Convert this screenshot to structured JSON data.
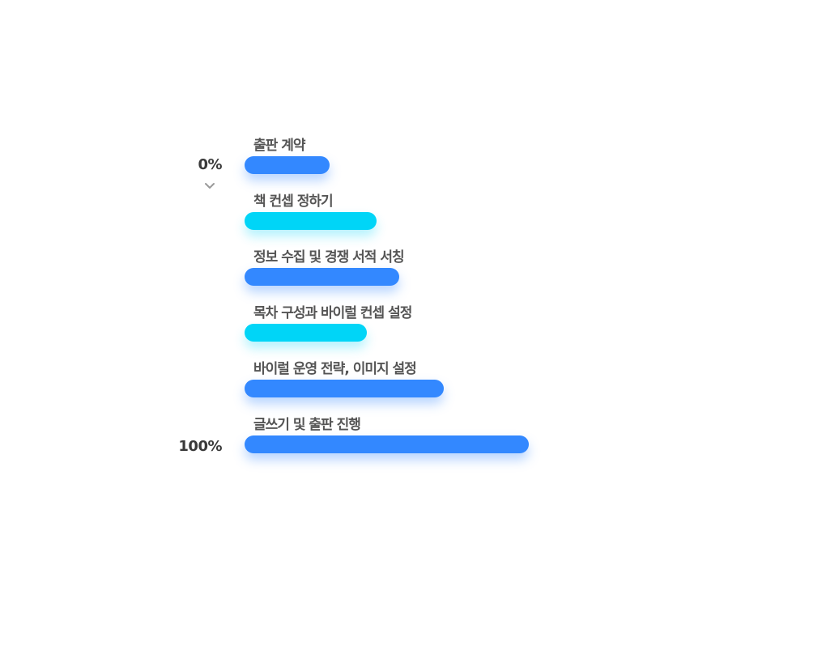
{
  "scale": {
    "start_label": "0%",
    "end_label": "100%"
  },
  "icons": {
    "chevron": "chevron-down-icon"
  },
  "colors": {
    "primary_blue": "#3388ff",
    "accent_cyan": "#00d5f7",
    "label_text": "#555555",
    "scale_text": "#3a3a3a",
    "chevron": "#9a9a9a"
  },
  "steps": [
    {
      "label": "출판 계약",
      "progress": 30,
      "color": "blue"
    },
    {
      "label": "책 컨셉 정하기",
      "progress": 46.5,
      "color": "cyan"
    },
    {
      "label": "정보 수집 및 경쟁 서적 서칭",
      "progress": 54.5,
      "color": "blue"
    },
    {
      "label": "목차 구성과 바이럴 컨셉 설정",
      "progress": 43,
      "color": "cyan"
    },
    {
      "label": "바이럴 운영 전략, 이미지 설정",
      "progress": 70,
      "color": "blue"
    },
    {
      "label": "글쓰기 및 출판 진행",
      "progress": 100,
      "color": "blue"
    }
  ]
}
